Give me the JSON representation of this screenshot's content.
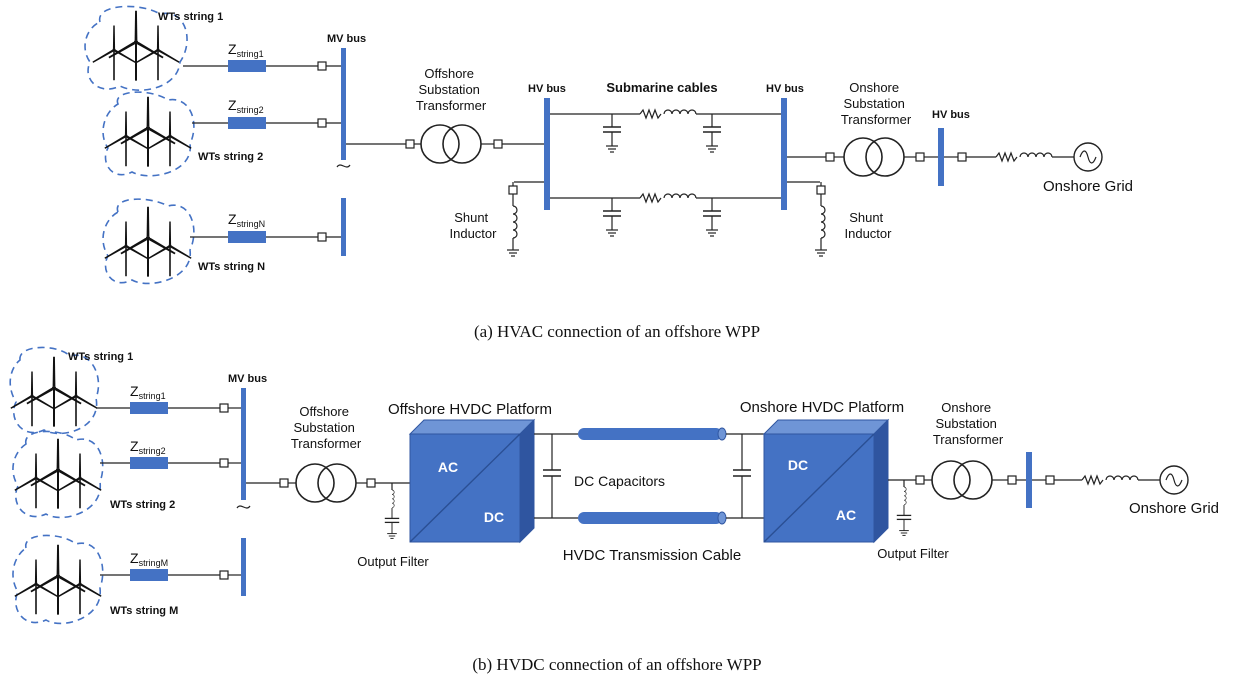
{
  "hvac": {
    "strings": [
      {
        "label": "WTs string 1",
        "z_main": "Z",
        "z_sub": "string1"
      },
      {
        "label": "WTs string 2",
        "z_main": "Z",
        "z_sub": "string2"
      },
      {
        "label": "WTs string N",
        "z_main": "Z",
        "z_sub": "stringN"
      }
    ],
    "mv_bus": "MV bus",
    "offshore_transformer": [
      "Offshore",
      "Substation",
      "Transformer"
    ],
    "hv_bus_left": "HV bus",
    "submarine_cables": "Submarine cables",
    "hv_bus_right": "HV bus",
    "onshore_transformer": [
      "Onshore",
      "Substation",
      "Transformer"
    ],
    "hv_bus_grid": "HV bus",
    "shunt_left": [
      "Shunt",
      "Inductor"
    ],
    "shunt_right": [
      "Shunt",
      "Inductor"
    ],
    "grid": "Onshore Grid",
    "caption": "(a) HVAC connection of an offshore WPP"
  },
  "hvdc": {
    "strings": [
      {
        "label": "WTs string 1",
        "z_main": "Z",
        "z_sub": "string1"
      },
      {
        "label": "WTs string 2",
        "z_main": "Z",
        "z_sub": "string2"
      },
      {
        "label": "WTs string M",
        "z_main": "Z",
        "z_sub": "stringM"
      }
    ],
    "mv_bus": "MV bus",
    "offshore_transformer": [
      "Offshore",
      "Substation",
      "Transformer"
    ],
    "offshore_platform": "Offshore HVDC Platform",
    "onshore_platform": "Onshore HVDC Platform",
    "onshore_transformer": [
      "Onshore",
      "Substation",
      "Transformer"
    ],
    "converter_left": {
      "top": "AC",
      "bottom": "DC"
    },
    "converter_right": {
      "top": "DC",
      "bottom": "AC"
    },
    "dc_capacitors": "DC Capacitors",
    "transmission_cable": "HVDC Transmission Cable",
    "output_filter_left": "Output Filter",
    "output_filter_right": "Output Filter",
    "grid": "Onshore Grid",
    "caption": "(b) HVDC connection of an offshore WPP"
  },
  "colors": {
    "bus": "#4472c4",
    "cloud": "#4472c4",
    "converter_front": "#4472c4",
    "converter_top": "#6f95d6",
    "converter_side": "#2f55a0",
    "wire": "#222222"
  }
}
